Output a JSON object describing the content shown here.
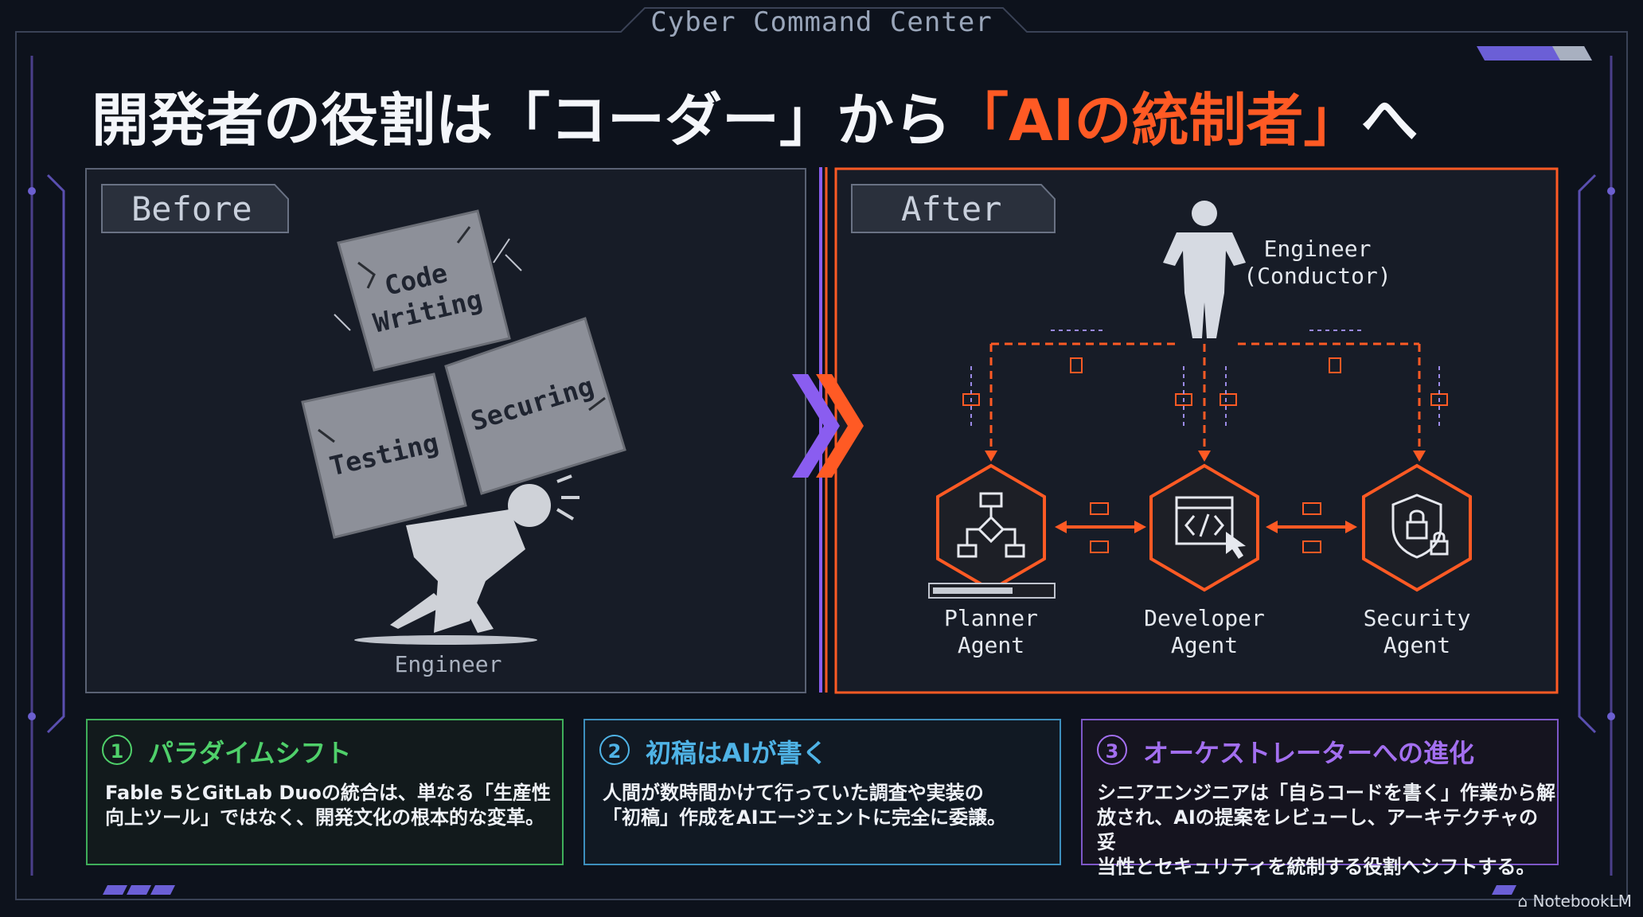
{
  "header": {
    "app_title": "Cyber Command Center",
    "heading_prefix": "開発者の役割は「コーダー」から",
    "heading_highlight": "「AIの統制者」",
    "heading_suffix": "へ"
  },
  "before": {
    "label": "Before",
    "block_top_line1": "Code",
    "block_top_line2": "Writing",
    "block_left": "Testing",
    "block_right": "Securing",
    "engineer_label": "Engineer"
  },
  "after": {
    "label": "After",
    "conductor_line1": "Engineer",
    "conductor_line2": "(Conductor)",
    "agents": [
      {
        "line1": "Planner",
        "line2": "Agent"
      },
      {
        "line1": "Developer",
        "line2": "Agent"
      },
      {
        "line1": "Security",
        "line2": "Agent"
      }
    ]
  },
  "cards": [
    {
      "number": "1",
      "title": "パラダイムシフト",
      "line1": "Fable 5とGitLab Duoの統合は、単なる「生産性",
      "line2": "向上ツール」ではなく、開発文化の根本的な変革。",
      "color": "#4fd06a"
    },
    {
      "number": "2",
      "title": "初稿はAIが書く",
      "line1": "人間が数時間かけて行っていた調査や実装の",
      "line2": "「初稿」作成をAIエージェントに完全に委譲。",
      "color": "#4fb3e6"
    },
    {
      "number": "3",
      "title": "オーケストレーターへの進化",
      "line1": "シニアエンジニアは「自らコードを書く」作業から解",
      "line2": "放され、AIの提案をレビューし、アーキテクチャの妥",
      "line3": "当性とセキュリティを統制する役割へシフトする。",
      "color": "#a36ff0"
    }
  ],
  "footer": {
    "brand": "NotebookLM"
  },
  "colors": {
    "accent": "#ff5a24",
    "background": "#0d121c"
  }
}
